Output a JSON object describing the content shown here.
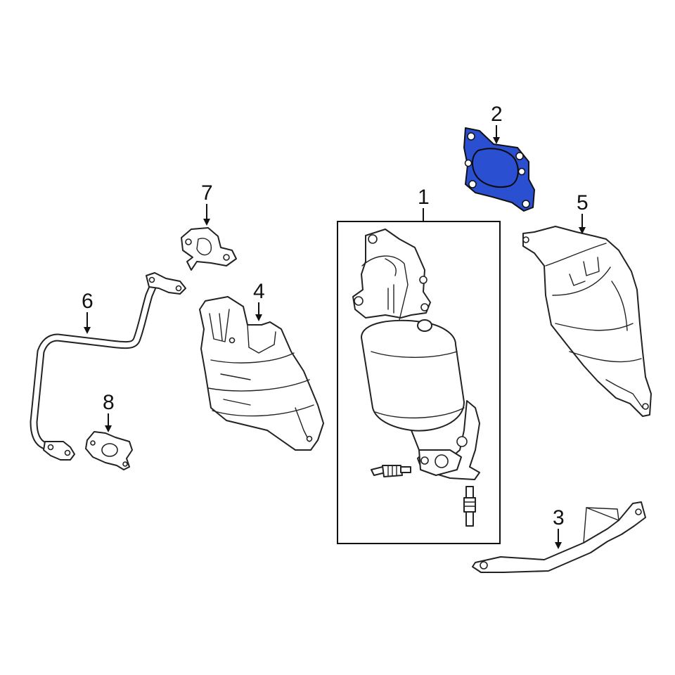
{
  "diagram": {
    "highlight_color": "#2a4fd1",
    "outline_color": "#222222",
    "background_color": "#ffffff"
  },
  "callouts": {
    "c1": "1",
    "c2": "2",
    "c3": "3",
    "c4": "4",
    "c5": "5",
    "c6": "6",
    "c7": "7",
    "c8": "8"
  }
}
